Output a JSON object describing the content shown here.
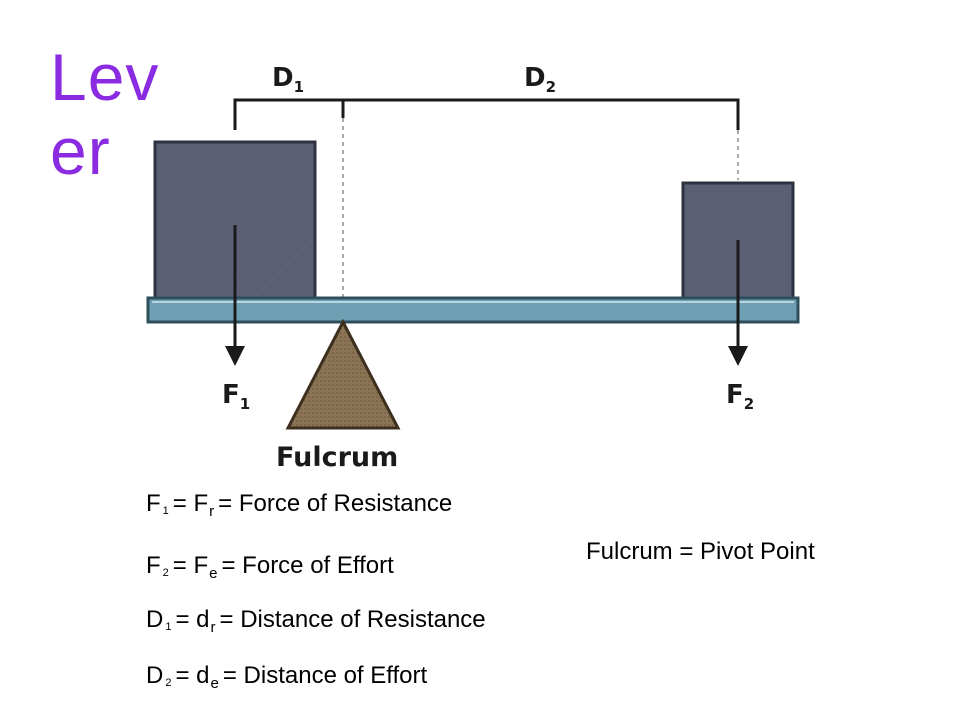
{
  "title": {
    "line1": "Lev",
    "line2": "er"
  },
  "diagram": {
    "d1": "D",
    "d1_sub": "1",
    "d2": "D",
    "d2_sub": "2",
    "f1": "F",
    "f1_sub": "1",
    "f2": "F",
    "f2_sub": "2",
    "fulcrum": "Fulcrum"
  },
  "legend": [
    {
      "sym": "F",
      "sym_sub": "1",
      "eq": "=",
      "var": "F",
      "var_sub": "r",
      "text": "= Force of Resistance"
    },
    {
      "sym": "F",
      "sym_sub": "2",
      "eq": "=",
      "var": "F",
      "var_sub": "e",
      "text": "= Force of Effort"
    },
    {
      "sym": "D",
      "sym_sub": "1",
      "eq": "=",
      "var": "d",
      "var_sub": "r",
      "text": "= Distance of Resistance"
    },
    {
      "sym": "D",
      "sym_sub": "2",
      "eq": "=",
      "var": "d",
      "var_sub": "e",
      "text": "= Distance of Effort"
    }
  ],
  "pivot_note": "Fulcrum = Pivot Point",
  "colors": {
    "title": "#8a2be2",
    "beam": "#6f9fb3",
    "weight": "#5a5f74",
    "fulcrum": "#8b7355"
  }
}
